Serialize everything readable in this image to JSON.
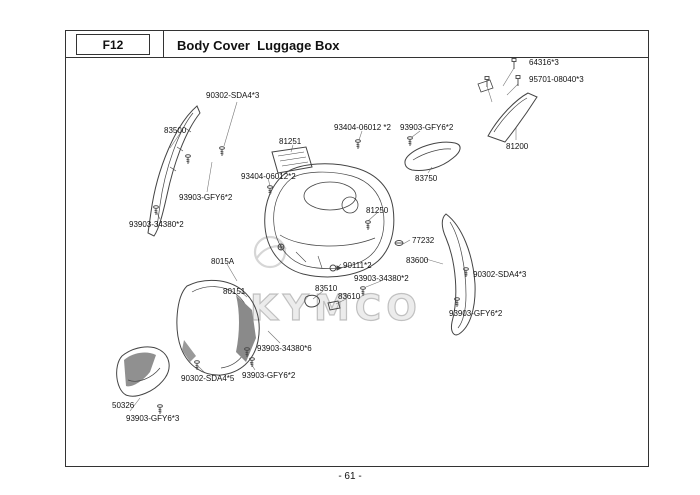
{
  "header": {
    "code": "F12",
    "title": "Body Cover  Luggage Box"
  },
  "footer": {
    "page_number": "- 61 -"
  },
  "watermark": {
    "text": "KYMCO"
  },
  "colors": {
    "line": "#444444",
    "label_text": "#111111",
    "watermark": "#b0b0b0",
    "shade": "#808080"
  },
  "icons": {
    "fastener": "screw-icon",
    "bolt": "bolt-icon",
    "clip": "clip-icon",
    "logo": "kymco-swirl-logo"
  },
  "labels": [
    {
      "text": "64316*3"
    },
    {
      "text": "95701-08040*3"
    },
    {
      "text": "90302-SDA4*3"
    },
    {
      "text": "83500"
    },
    {
      "text": "81251"
    },
    {
      "text": "93404-06012 *2"
    },
    {
      "text": "93903-GFY6*2"
    },
    {
      "text": "81200"
    },
    {
      "text": "93404-06012*2"
    },
    {
      "text": "83750"
    },
    {
      "text": "93903-GFY6*2"
    },
    {
      "text": "81250"
    },
    {
      "text": "93903-34380*2"
    },
    {
      "text": "77232"
    },
    {
      "text": "83600"
    },
    {
      "text": "8015A"
    },
    {
      "text": "90111*2"
    },
    {
      "text": "93903-34380*2"
    },
    {
      "text": "90302-SDA4*3"
    },
    {
      "text": "80151"
    },
    {
      "text": "83510"
    },
    {
      "text": "83610"
    },
    {
      "text": "93903-GFY6*2"
    },
    {
      "text": "93903-34380*6"
    },
    {
      "text": "90302-SDA4*5"
    },
    {
      "text": "93903-GFY6*2"
    },
    {
      "text": "50326"
    },
    {
      "text": "93903-GFY6*3"
    }
  ]
}
